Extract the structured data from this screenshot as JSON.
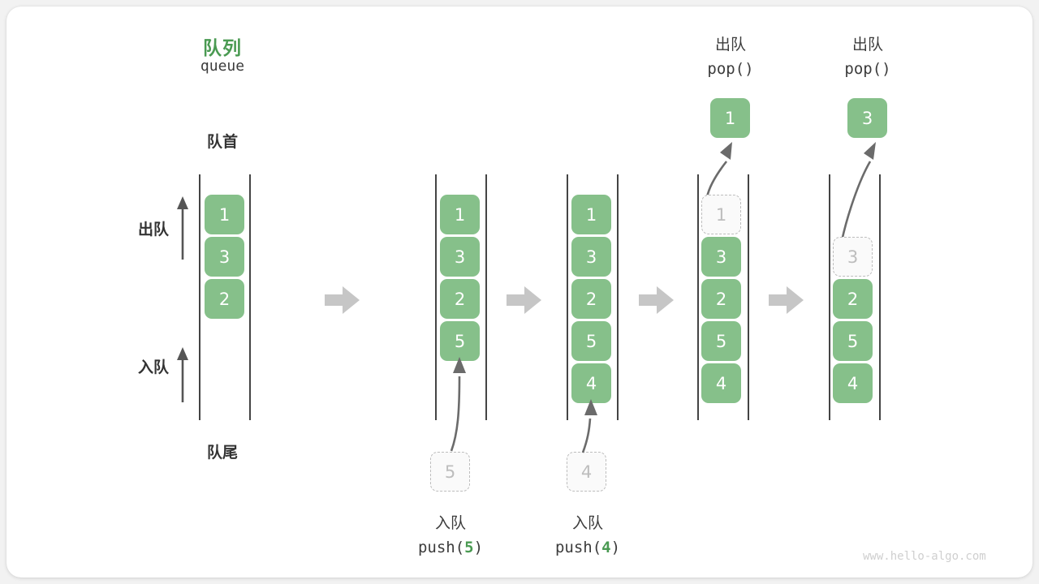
{
  "diagram": {
    "title_cn": "队列",
    "title_en": "queue",
    "front_label": "队首",
    "rear_label": "队尾",
    "dequeue_label": "出队",
    "enqueue_label": "入队",
    "watermark": "www.hello-algo.com",
    "accent_green": "#4a9a52",
    "cell_green": "#86c08a",
    "ghost_gray": "#bdbdbd",
    "arrow_gray": "#c6c6c6",
    "text_dark": "#333333"
  },
  "operations": {
    "push5": {
      "cn": "入队",
      "code_prefix": "push(",
      "code_num": "5",
      "code_suffix": ")"
    },
    "push4": {
      "cn": "入队",
      "code_prefix": "push(",
      "code_num": "4",
      "code_suffix": ")"
    },
    "pop1": {
      "cn": "出队",
      "code": "pop()"
    },
    "pop2": {
      "cn": "出队",
      "code": "pop()"
    }
  },
  "stages": [
    {
      "name": "initial",
      "cells": [
        "1",
        "3",
        "2"
      ],
      "ghost_index": -1
    },
    {
      "name": "after-push-5",
      "cells": [
        "1",
        "3",
        "2",
        "5"
      ],
      "ghost_index": -1,
      "incoming": "5"
    },
    {
      "name": "after-push-4",
      "cells": [
        "1",
        "3",
        "2",
        "5",
        "4"
      ],
      "ghost_index": -1,
      "incoming": "4"
    },
    {
      "name": "after-pop-1",
      "cells": [
        "1",
        "3",
        "2",
        "5",
        "4"
      ],
      "ghost_index": 0,
      "outgoing": "1"
    },
    {
      "name": "after-pop-3",
      "cells": [
        "3",
        "2",
        "5",
        "4"
      ],
      "ghost_index": 0,
      "outgoing": "3"
    }
  ]
}
